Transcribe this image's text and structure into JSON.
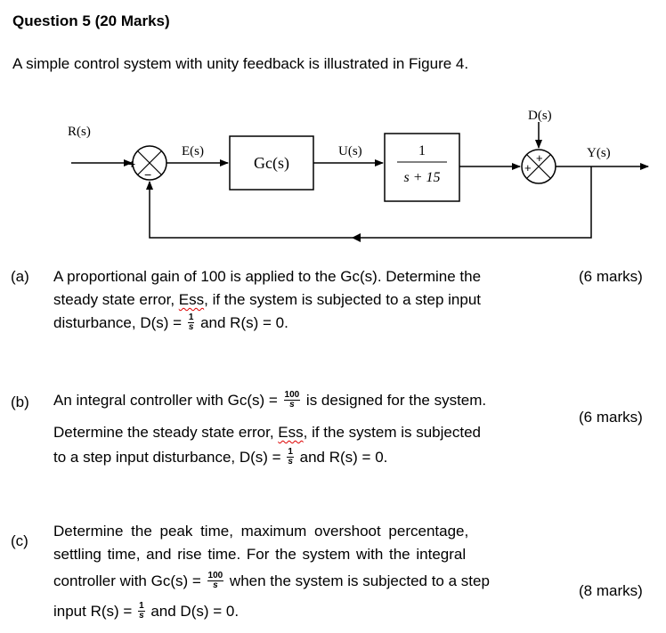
{
  "question": {
    "title": "Question 5 (20 Marks)",
    "intro": "A simple control system with unity feedback is illustrated in Figure 4."
  },
  "diagram": {
    "input_label": "R(s)",
    "error_label": "E(s)",
    "controller_label": "Gc(s)",
    "control_label": "U(s)",
    "plant_num": "1",
    "plant_den": "s + 15",
    "disturbance_label": "D(s)",
    "output_label": "Y(s)",
    "sum1_plus": "+",
    "sum1_minus": "−",
    "sum2_plus_top": "+",
    "sum2_plus_left": "+"
  },
  "parts": {
    "a": {
      "label": "(a)",
      "marks": "(6 marks)",
      "line1": "A proportional gain of 100 is applied to the Gc(s). Determine the",
      "line2_pre": "steady state error, ",
      "ess": "Ess",
      "line2_post": ", if the system is subjected to a step input",
      "line3_pre": "disturbance, D(s) = ",
      "frac_num": "1",
      "frac_den": "s",
      "line3_post": " and R(s) = 0."
    },
    "b": {
      "label": "(b)",
      "marks": "(6 marks)",
      "line1_pre": "An integral controller with Gc(s) = ",
      "gc_num": "100",
      "gc_den": "s",
      "line1_post": " is designed for the system.",
      "line2_pre": "Determine the steady state error, ",
      "ess": "Ess",
      "line2_post": ", if the system is subjected",
      "line3_pre": "to a step input disturbance, D(s) = ",
      "frac_num": "1",
      "frac_den": "s",
      "line3_post": " and R(s) = 0."
    },
    "c": {
      "label": "(c)",
      "marks": "(8 marks)",
      "line1": "Determine the peak time, maximum overshoot percentage,",
      "line2": "settling time, and rise time. For the system with the integral",
      "line3_pre": "controller with Gc(s) = ",
      "gc_num": "100",
      "gc_den": "s",
      "line3_post": " when the system is subjected to a step",
      "line4_pre": "input R(s) = ",
      "frac_num": "1",
      "frac_den": "s",
      "line4_post": " and D(s) = 0."
    }
  }
}
